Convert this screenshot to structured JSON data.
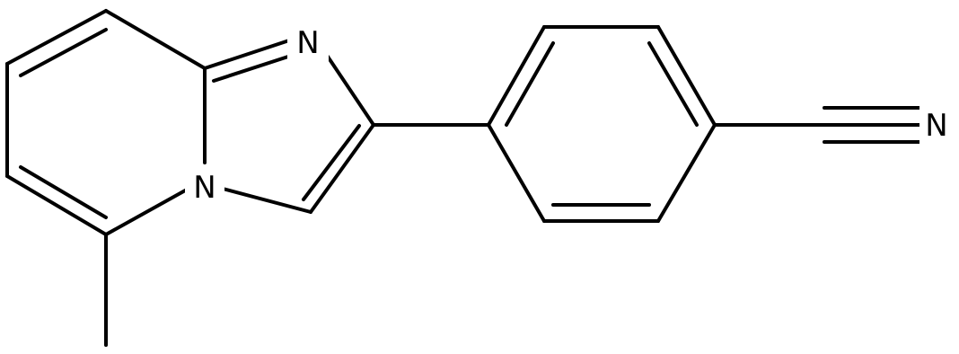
{
  "molecule": {
    "atoms": {
      "n_imidazole": "N",
      "n_bridgehead": "N",
      "n_nitrile": "N"
    }
  }
}
